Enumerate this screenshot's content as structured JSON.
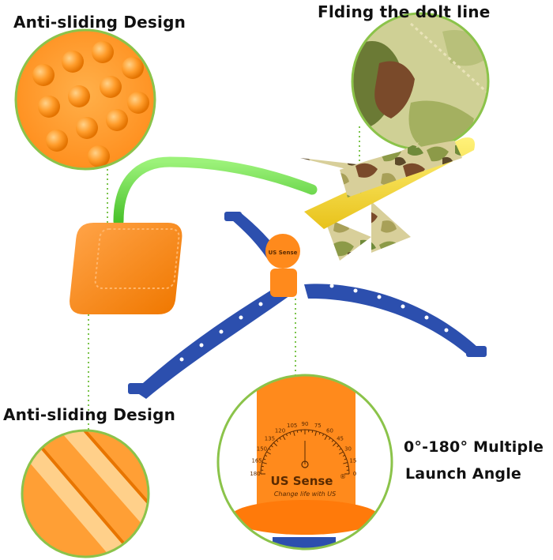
{
  "labels": {
    "top_left": "Anti-sliding Design",
    "top_right": "Flding the dolt line",
    "bottom_left": "Anti-sliding Design",
    "bottom_right_line1": "0°-180° Multiple",
    "bottom_right_line2": "Launch Angle"
  },
  "launcher": {
    "brand": "US Sense",
    "brand_mark": "®",
    "tagline": "Change life with US",
    "small_brand": "US Sense",
    "angle_scale": [
      "180",
      "165",
      "150",
      "135",
      "120",
      "105",
      "90",
      "75",
      "60",
      "45",
      "30",
      "15",
      "0"
    ]
  },
  "colors": {
    "orange": "#ff8a1c",
    "orange_dark": "#e86a00",
    "blue_stand": "#2c4fae",
    "green_tube": "#6ee04a",
    "camo_green": "#8c9a48",
    "camo_tan": "#d8cf9a",
    "camo_brown": "#7a4a2a",
    "yellow": "#f7e03a",
    "circle_border": "#8bc34a",
    "dotted_line": "#7cc44c"
  }
}
